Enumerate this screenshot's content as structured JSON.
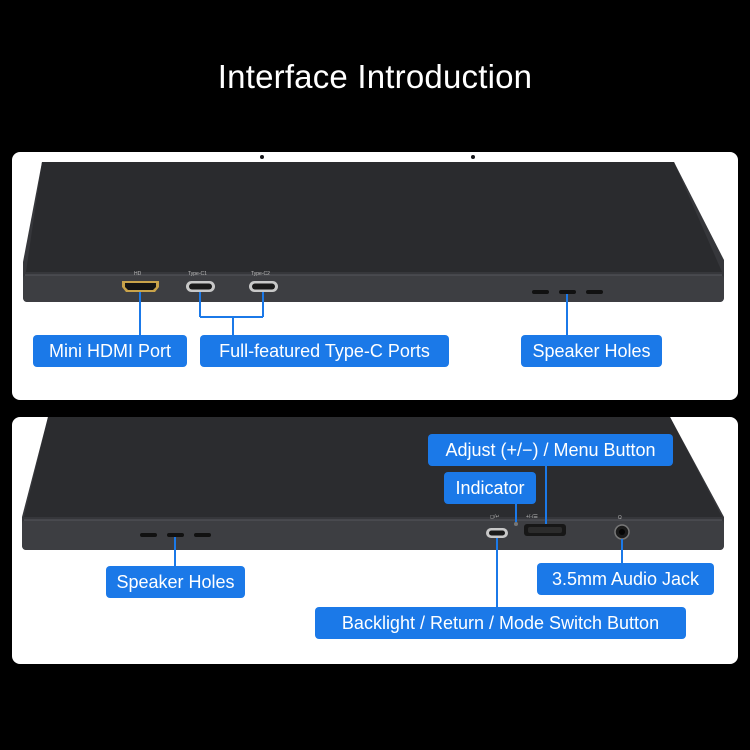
{
  "title": "Interface Introduction",
  "top_panel": {
    "port_labels": [
      "HD",
      "Type-C1",
      "Type-C2"
    ],
    "callouts": {
      "mini_hdmi": "Mini HDMI Port",
      "type_c": "Full-featured Type-C Ports",
      "speaker": "Speaker Holes"
    }
  },
  "bottom_panel": {
    "callouts": {
      "adjust_menu": "Adjust (+/−) / Menu Button",
      "indicator": "Indicator",
      "speaker": "Speaker Holes",
      "audio_jack": "3.5mm Audio Jack",
      "backlight": "Backlight / Return / Mode Switch Button"
    }
  },
  "colors": {
    "callout": "#1b79e8",
    "device": "#35363a",
    "background": "#000000",
    "panel": "#ffffff"
  }
}
